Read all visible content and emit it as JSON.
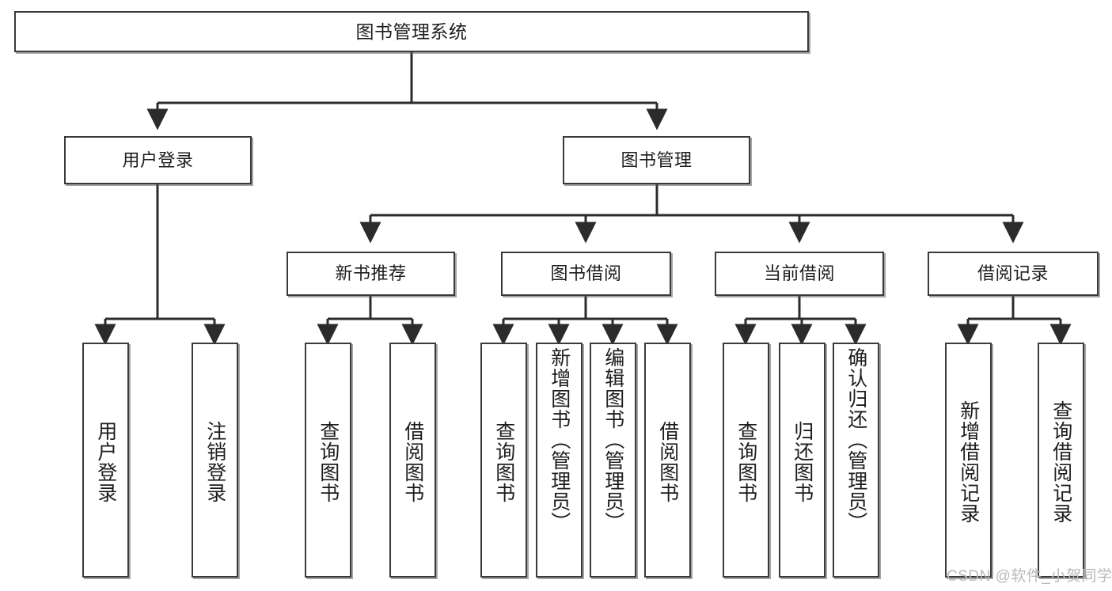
{
  "diagram": {
    "title": "图书管理系统",
    "type": "hierarchy-tree",
    "watermark": "CSDN @软件_小贺同学",
    "colors": {
      "box_border": "#3a3a3a",
      "box_fill": "#ffffff",
      "connector": "#2b2b2b",
      "text": "#1d1d1d",
      "watermark": "#b9b9b9"
    },
    "levels": [
      {
        "level": 1,
        "nodes": [
          {
            "id": "root",
            "label": "图书管理系统"
          }
        ]
      },
      {
        "level": 2,
        "nodes": [
          {
            "id": "user-login",
            "label": "用户登录"
          },
          {
            "id": "book-manage",
            "label": "图书管理"
          }
        ]
      },
      {
        "level": 3,
        "nodes": [
          {
            "id": "new-book-rec",
            "label": "新书推荐"
          },
          {
            "id": "book-borrow",
            "label": "图书借阅"
          },
          {
            "id": "current-borrow",
            "label": "当前借阅"
          },
          {
            "id": "borrow-record",
            "label": "借阅记录"
          }
        ]
      },
      {
        "level": 4,
        "nodes": [
          {
            "id": "leaf-user-login",
            "label": "用户登录",
            "parent": "user-login"
          },
          {
            "id": "leaf-logout",
            "label": "注销登录",
            "parent": "user-login"
          },
          {
            "id": "leaf-query-book-1",
            "label": "查询图书",
            "parent": "new-book-rec"
          },
          {
            "id": "leaf-borrow-book-1",
            "label": "借阅图书",
            "parent": "new-book-rec"
          },
          {
            "id": "leaf-query-book-2",
            "label": "查询图书",
            "parent": "book-borrow"
          },
          {
            "id": "leaf-add-book",
            "label": "新增图书（管理员）",
            "parent": "book-borrow"
          },
          {
            "id": "leaf-edit-book",
            "label": "编辑图书（管理员）",
            "parent": "book-borrow"
          },
          {
            "id": "leaf-borrow-book-2",
            "label": "借阅图书",
            "parent": "book-borrow"
          },
          {
            "id": "leaf-query-book-3",
            "label": "查询图书",
            "parent": "current-borrow"
          },
          {
            "id": "leaf-return-book",
            "label": "归还图书",
            "parent": "current-borrow"
          },
          {
            "id": "leaf-confirm-return",
            "label": "确认归还（管理员）",
            "parent": "current-borrow"
          },
          {
            "id": "leaf-add-record",
            "label": "新增借阅记录",
            "parent": "borrow-record"
          },
          {
            "id": "leaf-query-record",
            "label": "查询借阅记录",
            "parent": "borrow-record"
          }
        ]
      }
    ]
  }
}
